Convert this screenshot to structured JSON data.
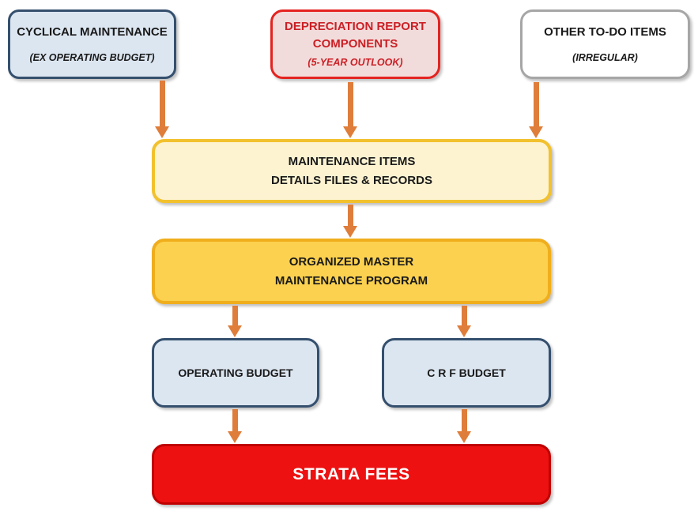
{
  "nodes": {
    "cyclical": {
      "title": "CYCLICAL MAINTENANCE",
      "subtitle": "(EX OPERATING BUDGET)"
    },
    "depreciation": {
      "title_line1": "DEPRECIATION REPORT",
      "title_line2": "COMPONENTS",
      "subtitle": "(5-YEAR OUTLOOK)"
    },
    "other": {
      "title": "OTHER TO-DO ITEMS",
      "subtitle": "(IRREGULAR)"
    },
    "maintenance_items": {
      "line1": "MAINTENANCE ITEMS",
      "line2": "DETAILS FILES & RECORDS"
    },
    "organized_master": {
      "line1": "ORGANIZED MASTER",
      "line2": "MAINTENANCE PROGRAM"
    },
    "operating_budget": {
      "label": "OPERATING BUDGET"
    },
    "crf_budget": {
      "label": "C R F BUDGET"
    },
    "strata_fees": {
      "label": "STRATA FEES"
    }
  },
  "edges": [
    {
      "from": "cyclical-maintenance",
      "to": "maintenance-items"
    },
    {
      "from": "depreciation-report-components",
      "to": "maintenance-items"
    },
    {
      "from": "other-to-do-items",
      "to": "maintenance-items"
    },
    {
      "from": "maintenance-items",
      "to": "organized-master-maintenance-program"
    },
    {
      "from": "organized-master-maintenance-program",
      "to": "operating-budget"
    },
    {
      "from": "organized-master-maintenance-program",
      "to": "crf-budget"
    },
    {
      "from": "operating-budget",
      "to": "strata-fees"
    },
    {
      "from": "crf-budget",
      "to": "strata-fees"
    }
  ],
  "colors": {
    "arrow": "#df7d3a",
    "blue_fill": "#dce6f1",
    "blue_border": "#35506e",
    "pink_fill": "#f2dcdb",
    "red_border": "#e42320",
    "red_text": "#cb2026",
    "gray_border": "#a6a6a6",
    "light_yellow_fill": "#fdf3d1",
    "yellow_border": "#f2c12e",
    "gold_fill": "#fbd14f",
    "gold_border": "#f0ae1c",
    "strata_fill": "#ee1111",
    "strata_border": "#c00000",
    "strata_text": "#ffffff"
  }
}
